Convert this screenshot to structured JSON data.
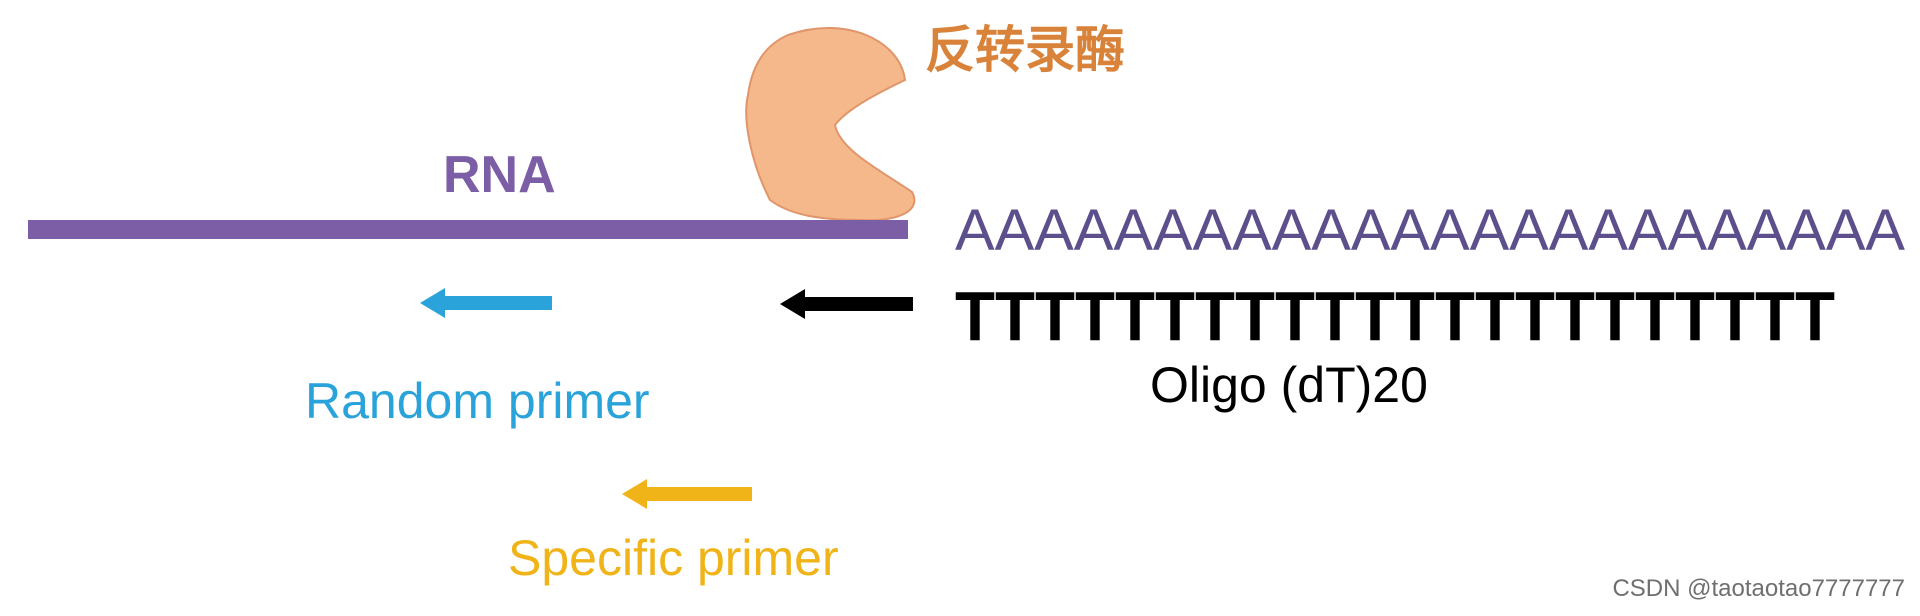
{
  "labels": {
    "enzyme": "反转录酶",
    "rna": "RNA",
    "poly_a": "AAAAAAAAAAAAAAAAAAAAAAAA",
    "poly_t": "TTTTTTTTTTTTTTTTTTTTTT",
    "oligo_dt": "Oligo (dT)20",
    "random_primer": "Random primer",
    "specific_primer": "Specific primer",
    "watermark": "CSDN @taotaotao7777777"
  },
  "colors": {
    "enzyme_fill": "#f5b88a",
    "enzyme_stroke": "#e0956a",
    "enzyme_text": "#d9833a",
    "rna": "#7b5ea6",
    "poly_a": "#5d4f8c",
    "oligo_arrow": "#000000",
    "random_primer": "#29a3d9",
    "specific_primer": "#f0b418",
    "watermark": "#6f6f6f"
  },
  "icons": {
    "enzyme": "reverse-transcriptase-shape",
    "arrows": "left-arrow"
  }
}
